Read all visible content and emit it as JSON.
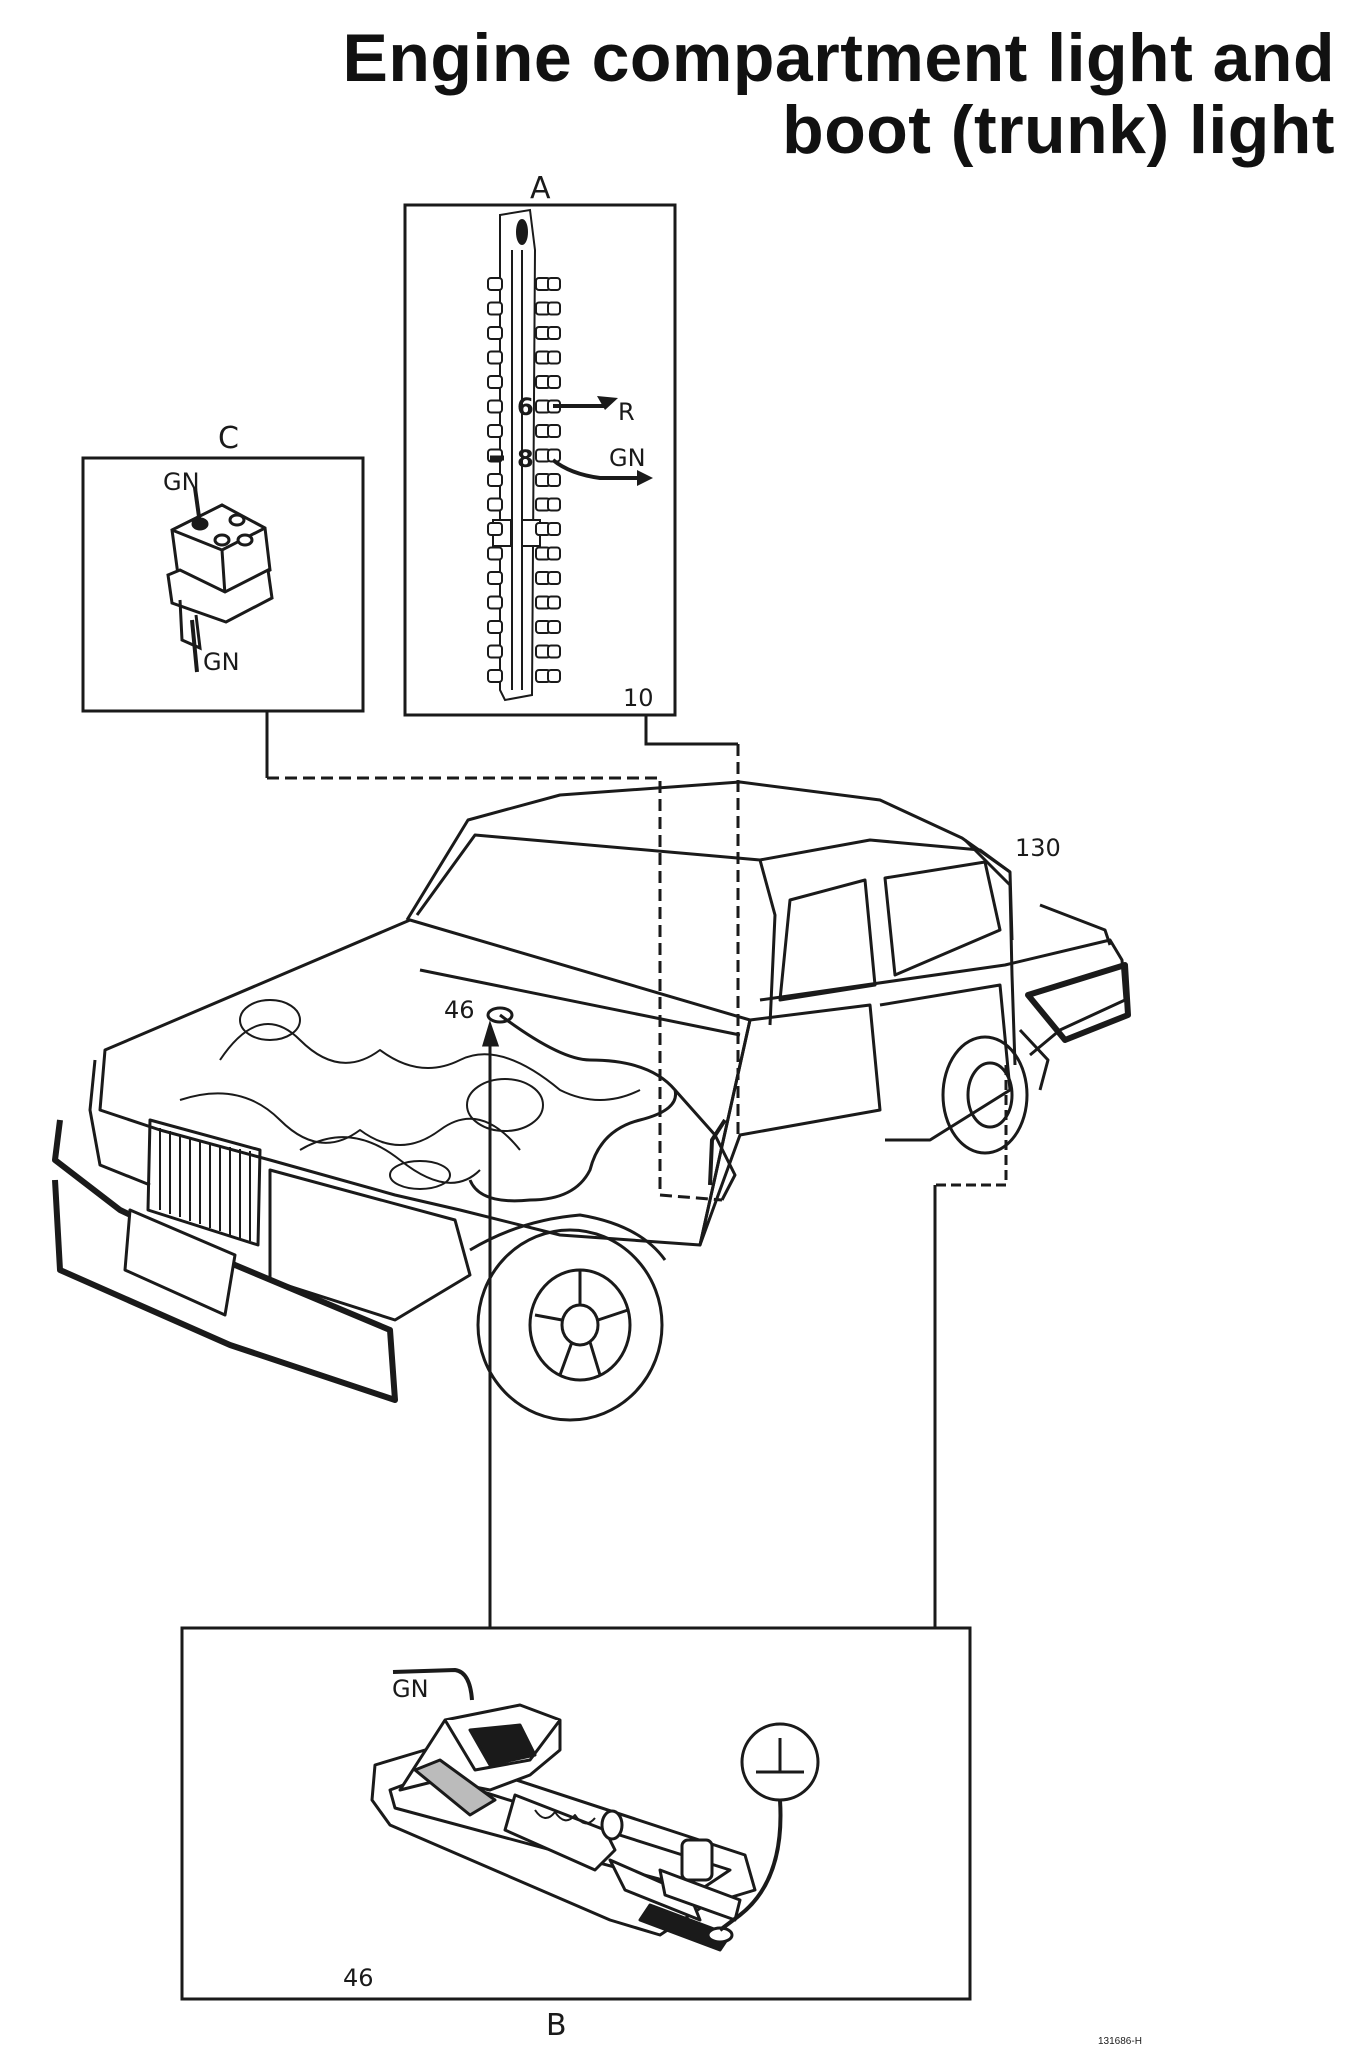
{
  "title": {
    "line1": "Engine compartment light and",
    "line2": "boot (trunk) light"
  },
  "panels": {
    "a": {
      "letter": "A",
      "number": "10",
      "pin_6": "6",
      "pin_8": "8",
      "wire_r": "R",
      "wire_gn": "GN"
    },
    "b": {
      "letter": "B",
      "number": "46",
      "wire_gn": "GN"
    },
    "c": {
      "letter": "C",
      "wire_gn_top": "GN",
      "wire_gn_bottom": "GN"
    }
  },
  "car": {
    "label_46": "46",
    "label_130": "130"
  },
  "figure_code": "131686-H"
}
